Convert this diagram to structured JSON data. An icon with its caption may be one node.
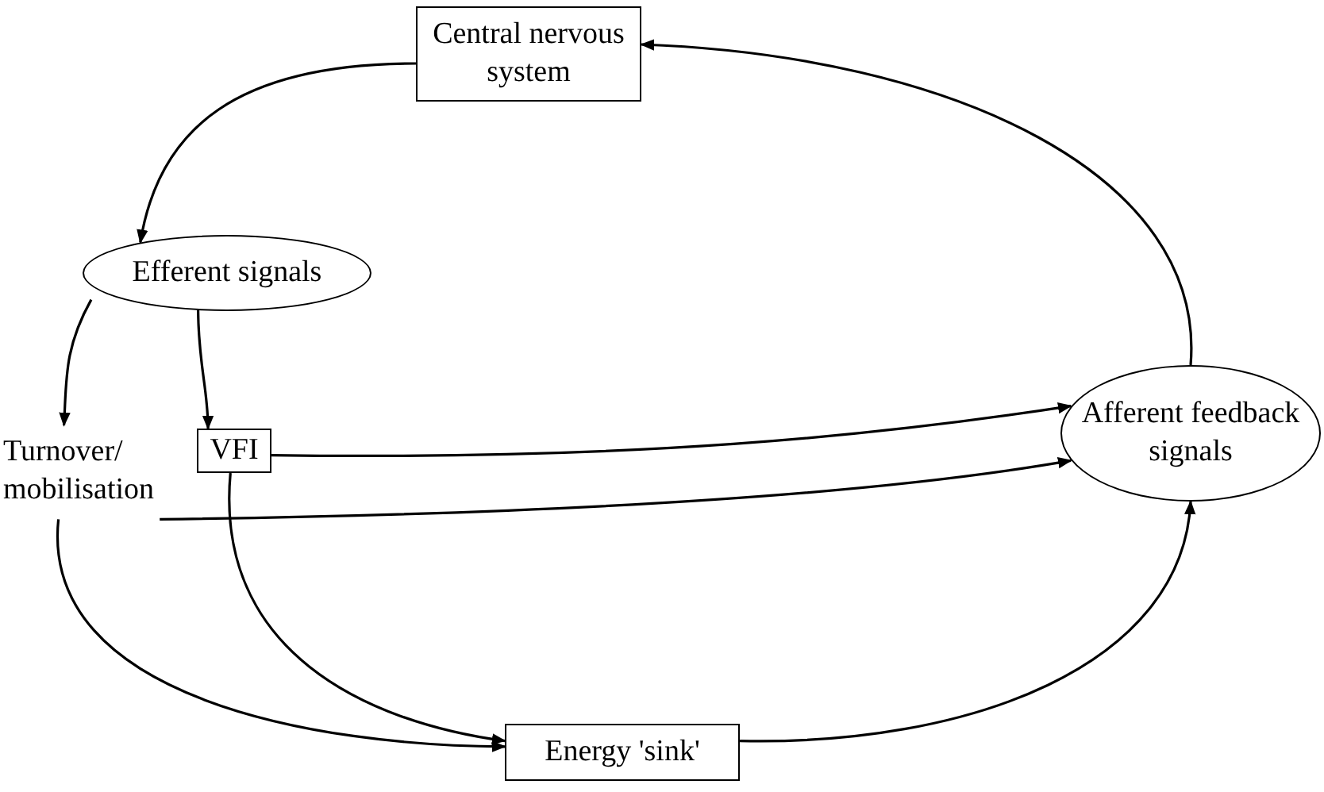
{
  "diagram": {
    "nodes": [
      {
        "text": [
          "Central nervous system"
        ]
      },
      {
        "text": [
          "Efferent signals"
        ]
      },
      {
        "text": [
          "VFI"
        ]
      },
      {
        "text": [
          "Turnover/ mobilisation"
        ]
      },
      {
        "text": [
          "Afferent feedback signals"
        ]
      },
      {
        "text": [
          "Energy 'sink'"
        ]
      }
    ],
    "edges": [
      {
        "from": 0,
        "to": 1,
        "arrow": "to"
      },
      {
        "from": 1,
        "to": 3,
        "arrow": "to"
      },
      {
        "from": 1,
        "to": 2,
        "arrow": "to"
      },
      {
        "from": 2,
        "to": 4,
        "arrow": "to"
      },
      {
        "from": 3,
        "to": 4,
        "arrow": "to"
      },
      {
        "from": 2,
        "to": 5,
        "arrow": "to"
      },
      {
        "from": 3,
        "to": 5,
        "arrow": "to"
      },
      {
        "from": 5,
        "to": 4,
        "arrow": "to"
      },
      {
        "from": 4,
        "to": 0,
        "arrow": "to"
      }
    ]
  }
}
